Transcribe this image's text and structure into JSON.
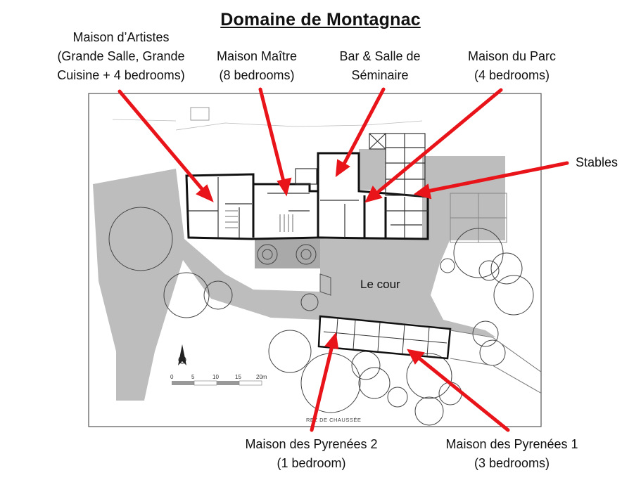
{
  "title": "Domaine de Montagnac",
  "labels": {
    "artistes": [
      "Maison d’Artistes",
      "(Grande Salle, Grande",
      "Cuisine + 4 bedrooms)"
    ],
    "maitre": [
      "Maison Maître",
      "(8 bedrooms)"
    ],
    "bar": [
      "Bar & Salle de",
      "Séminaire"
    ],
    "parc": [
      "Maison du Parc",
      "(4 bedrooms)"
    ],
    "stables": "Stables",
    "cour": "Le cour",
    "pyrenees2": [
      "Maison des Pyrenées 2",
      "(1 bedroom)"
    ],
    "pyrenees1": [
      "Maison des Pyrenées 1",
      "(3 bedrooms)"
    ]
  },
  "scale": {
    "ticks": [
      "0",
      "5",
      "10",
      "15",
      "20m"
    ]
  },
  "plan_caption": "REZ DE CHAUSSÉE",
  "colors": {
    "arrow": "#e8141a",
    "shading": "#bdbdbd",
    "walls": "#111111"
  }
}
